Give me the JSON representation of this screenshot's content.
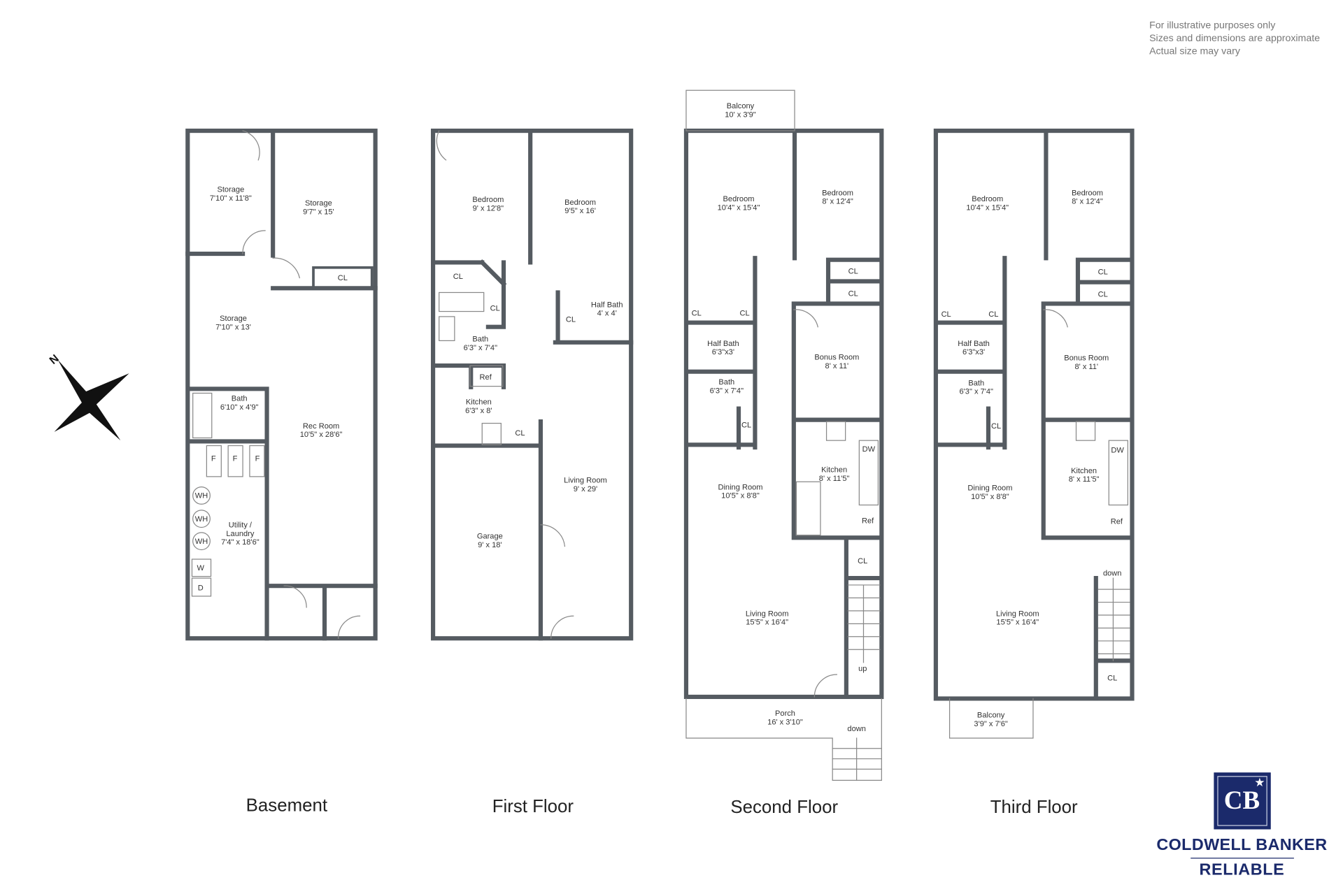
{
  "disclaimer": [
    "For illustrative purposes only",
    "Sizes and dimensions are approximate",
    "Actual size may vary"
  ],
  "compass": {
    "label": "N"
  },
  "brand": {
    "logo_text": "CB",
    "name": "COLDWELL BANKER",
    "sub": "RELIABLE",
    "color": "#1b2a6b"
  },
  "wall_color": "#555b61",
  "floors": [
    {
      "title": "Basement",
      "rooms": [
        {
          "name": "Storage",
          "dims": "7'10\" x 11'8\""
        },
        {
          "name": "Storage",
          "dims": "9'7\" x 15'"
        },
        {
          "name": "CL"
        },
        {
          "name": "Storage",
          "dims": "7'10\" x 13'"
        },
        {
          "name": "Bath",
          "dims": "6'10\" x 4'9\""
        },
        {
          "name": "Rec Room",
          "dims": "10'5\" x 28'6\""
        },
        {
          "name": "F"
        },
        {
          "name": "F"
        },
        {
          "name": "F"
        },
        {
          "name": "WH"
        },
        {
          "name": "WH"
        },
        {
          "name": "WH"
        },
        {
          "name": "Utility / Laundry",
          "dims": "7'4\" x 18'6\""
        },
        {
          "name": "W"
        },
        {
          "name": "D"
        }
      ]
    },
    {
      "title": "First Floor",
      "rooms": [
        {
          "name": "Bedroom",
          "dims": "9' x 12'8\""
        },
        {
          "name": "Bedroom",
          "dims": "9'5\" x 16'"
        },
        {
          "name": "CL"
        },
        {
          "name": "CL"
        },
        {
          "name": "Bath",
          "dims": "6'3\" x 7'4\""
        },
        {
          "name": "CL"
        },
        {
          "name": "Half Bath",
          "dims": "4' x 4'"
        },
        {
          "name": "Ref"
        },
        {
          "name": "Kitchen",
          "dims": "6'3\" x 8'"
        },
        {
          "name": "CL"
        },
        {
          "name": "Living Room",
          "dims": "9' x 29'"
        },
        {
          "name": "Garage",
          "dims": "9' x 18'"
        }
      ]
    },
    {
      "title": "Second Floor",
      "rooms": [
        {
          "name": "Balcony",
          "dims": "10' x 3'9\""
        },
        {
          "name": "Bedroom",
          "dims": "10'4\" x 15'4\""
        },
        {
          "name": "Bedroom",
          "dims": "8' x 12'4\""
        },
        {
          "name": "CL"
        },
        {
          "name": "CL"
        },
        {
          "name": "CL"
        },
        {
          "name": "CL"
        },
        {
          "name": "Half Bath",
          "dims": "6'3\"x3'"
        },
        {
          "name": "Bonus Room",
          "dims": "8' x 11'"
        },
        {
          "name": "Bath",
          "dims": "6'3\" x 7'4\""
        },
        {
          "name": "CL"
        },
        {
          "name": "DW"
        },
        {
          "name": "Kitchen",
          "dims": "8' x 11'5\""
        },
        {
          "name": "Dining Room",
          "dims": "10'5\" x 8'8\""
        },
        {
          "name": "Ref"
        },
        {
          "name": "CL"
        },
        {
          "name": "Living Room",
          "dims": "15'5\" x 16'4\""
        },
        {
          "name": "up"
        },
        {
          "name": "Porch",
          "dims": "16' x 3'10\""
        },
        {
          "name": "down"
        }
      ]
    },
    {
      "title": "Third Floor",
      "rooms": [
        {
          "name": "Bedroom",
          "dims": "10'4\" x 15'4\""
        },
        {
          "name": "Bedroom",
          "dims": "8' x 12'4\""
        },
        {
          "name": "CL"
        },
        {
          "name": "CL"
        },
        {
          "name": "CL"
        },
        {
          "name": "CL"
        },
        {
          "name": "Half Bath",
          "dims": "6'3\"x3'"
        },
        {
          "name": "Bonus Room",
          "dims": "8' x 11'"
        },
        {
          "name": "Bath",
          "dims": "6'3\" x 7'4\""
        },
        {
          "name": "CL"
        },
        {
          "name": "DW"
        },
        {
          "name": "Kitchen",
          "dims": "8' x 11'5\""
        },
        {
          "name": "Dining Room",
          "dims": "10'5\" x 8'8\""
        },
        {
          "name": "Ref"
        },
        {
          "name": "down"
        },
        {
          "name": "Living Room",
          "dims": "15'5\" x 16'4\""
        },
        {
          "name": "CL"
        },
        {
          "name": "Balcony",
          "dims": "3'9\" x 7'6\""
        }
      ]
    }
  ]
}
